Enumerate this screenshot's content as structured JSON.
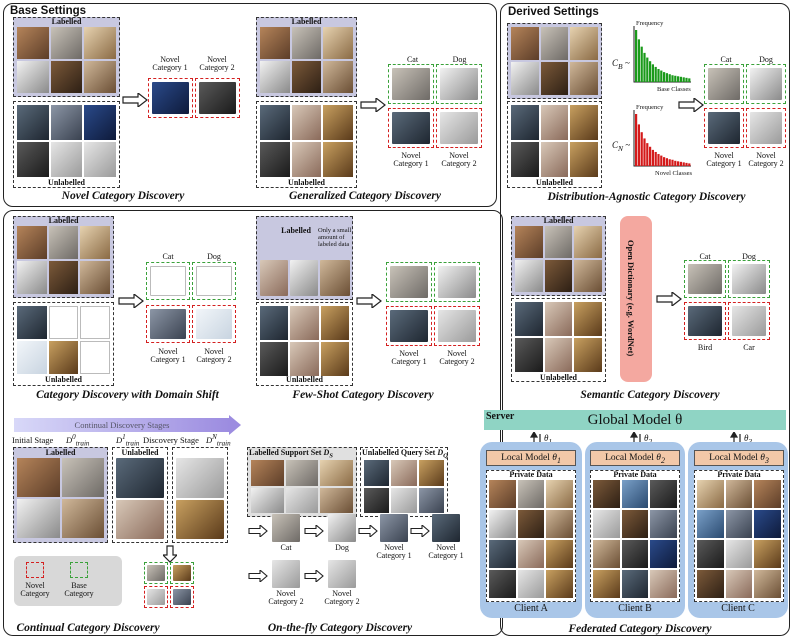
{
  "sections": {
    "base_settings": "Base Settings",
    "derived_settings": "Derived Settings"
  },
  "labels": {
    "labelled": "Labelled",
    "unlabelled": "Unlabelled",
    "cat": "Cat",
    "dog": "Dog",
    "novel_cat1": "Novel Category 1",
    "novel_cat2": "Novel Category 2",
    "novel": "Novel",
    "base": "Base",
    "category": "Category",
    "category1": "Category 1",
    "category2": "Category 2",
    "bird": "Bird",
    "car": "Car",
    "frequency": "Frequency",
    "base_classes": "Base Classes",
    "novel_classes": "Novel Classes",
    "cb": "C_B ~",
    "cn": "C_N ~",
    "few_note": "Only a small amount of labeled data",
    "open_dict": "Open Dictionary (e.g. WordNet)",
    "continual_stages": "Continual Discovery Stages",
    "initial_stage": "Initial Stage",
    "discovery_stage": "Discovery Stage",
    "d_train_0": "D^0_train",
    "d_train_1": "D^1_train",
    "d_train_n": "D^N_train",
    "support_set": "Labelled Support Set",
    "query_set": "Unlabelled Query Set",
    "ds": "D_S",
    "dq": "D_Q",
    "server": "Server",
    "global_model": "Global Model θ",
    "theta1": "θ1",
    "theta2": "θ2",
    "theta3": "θ3",
    "local1": "Local Model θ1",
    "local2": "Local Model θ2",
    "local3": "Local Model θ3",
    "private_data": "Private Data",
    "client_a": "Client A",
    "client_b": "Client B",
    "client_c": "Client C"
  },
  "captions": {
    "ncd": "Novel Category Discovery",
    "gcd": "Generalized Category Discovery",
    "dacd": "Distribution-Agnostic Category Discovery",
    "cdds": "Category Discovery with Domain Shift",
    "fscd": "Few-Shot Category Discovery",
    "scd": "Semantic Category Discovery",
    "ccd": "Continual Category Discovery",
    "otf": "On-the-fly Category Discovery",
    "fcd": "Federated Category Discovery"
  },
  "colors": {
    "labelled_dash": "#333333",
    "base_dash": "#3aa13a",
    "novel_dash": "#d42020",
    "server": "#8fd4c4",
    "client": "#a9c6e8",
    "local_model": "#f2c8a8",
    "open_dict": "#f4a8a0",
    "freq_base": "#1a9a1a",
    "freq_novel": "#d41a1a"
  },
  "chart_data": [
    {
      "type": "bar",
      "title": "",
      "xlabel": "Base Classes",
      "ylabel": "Frequency",
      "values": [
        1.0,
        0.82,
        0.68,
        0.56,
        0.47,
        0.4,
        0.34,
        0.29,
        0.25,
        0.22,
        0.19,
        0.17,
        0.15,
        0.13,
        0.12,
        0.11,
        0.1,
        0.09,
        0.08,
        0.07
      ],
      "color": "#1a9a1a"
    },
    {
      "type": "bar",
      "title": "",
      "xlabel": "Novel Classes",
      "ylabel": "Frequency",
      "values": [
        1.0,
        0.8,
        0.65,
        0.53,
        0.44,
        0.37,
        0.31,
        0.27,
        0.23,
        0.2,
        0.17,
        0.15,
        0.13,
        0.12,
        0.1,
        0.09,
        0.08,
        0.07,
        0.06,
        0.05
      ],
      "color": "#d41a1a"
    }
  ]
}
